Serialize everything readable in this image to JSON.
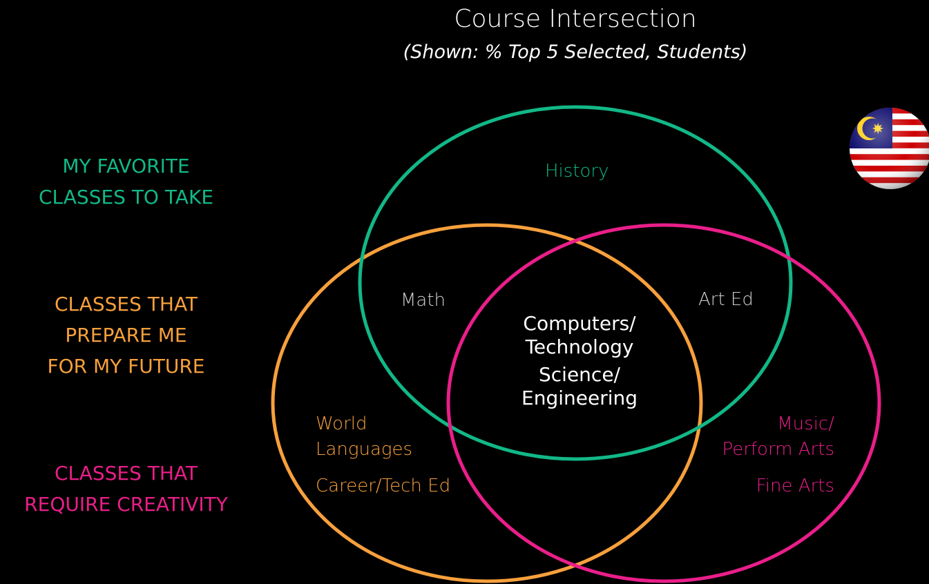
{
  "title": "Course Intersection",
  "subtitle": "(Shown: % Top 5 Selected, Students)",
  "colors": {
    "favorite": "#12b887",
    "future": "#f7a03c",
    "creativity": "#ea1e8a",
    "background": "#000000",
    "neutral": "#d0d0d0"
  },
  "legend": {
    "favorite": [
      "MY FAVORITE",
      "CLASSES TO TAKE"
    ],
    "future": [
      "CLASSES THAT",
      "PREPARE ME",
      "FOR MY FUTURE"
    ],
    "creativity": [
      "CLASSES THAT",
      "REQUIRE CREATIVITY"
    ]
  },
  "regions": {
    "favorite_only": "History",
    "favorite_future": "Math",
    "favorite_creativity": "Art Ed",
    "all_three": [
      "Computers/",
      "Technology",
      "Science/",
      "Engineering"
    ],
    "future_only": [
      "World",
      "Languages",
      "Career/Tech Ed"
    ],
    "creativity_only": [
      "Music/",
      "Perform Arts",
      "Fine Arts"
    ]
  },
  "flag_icon": "malaysia-flag-icon"
}
